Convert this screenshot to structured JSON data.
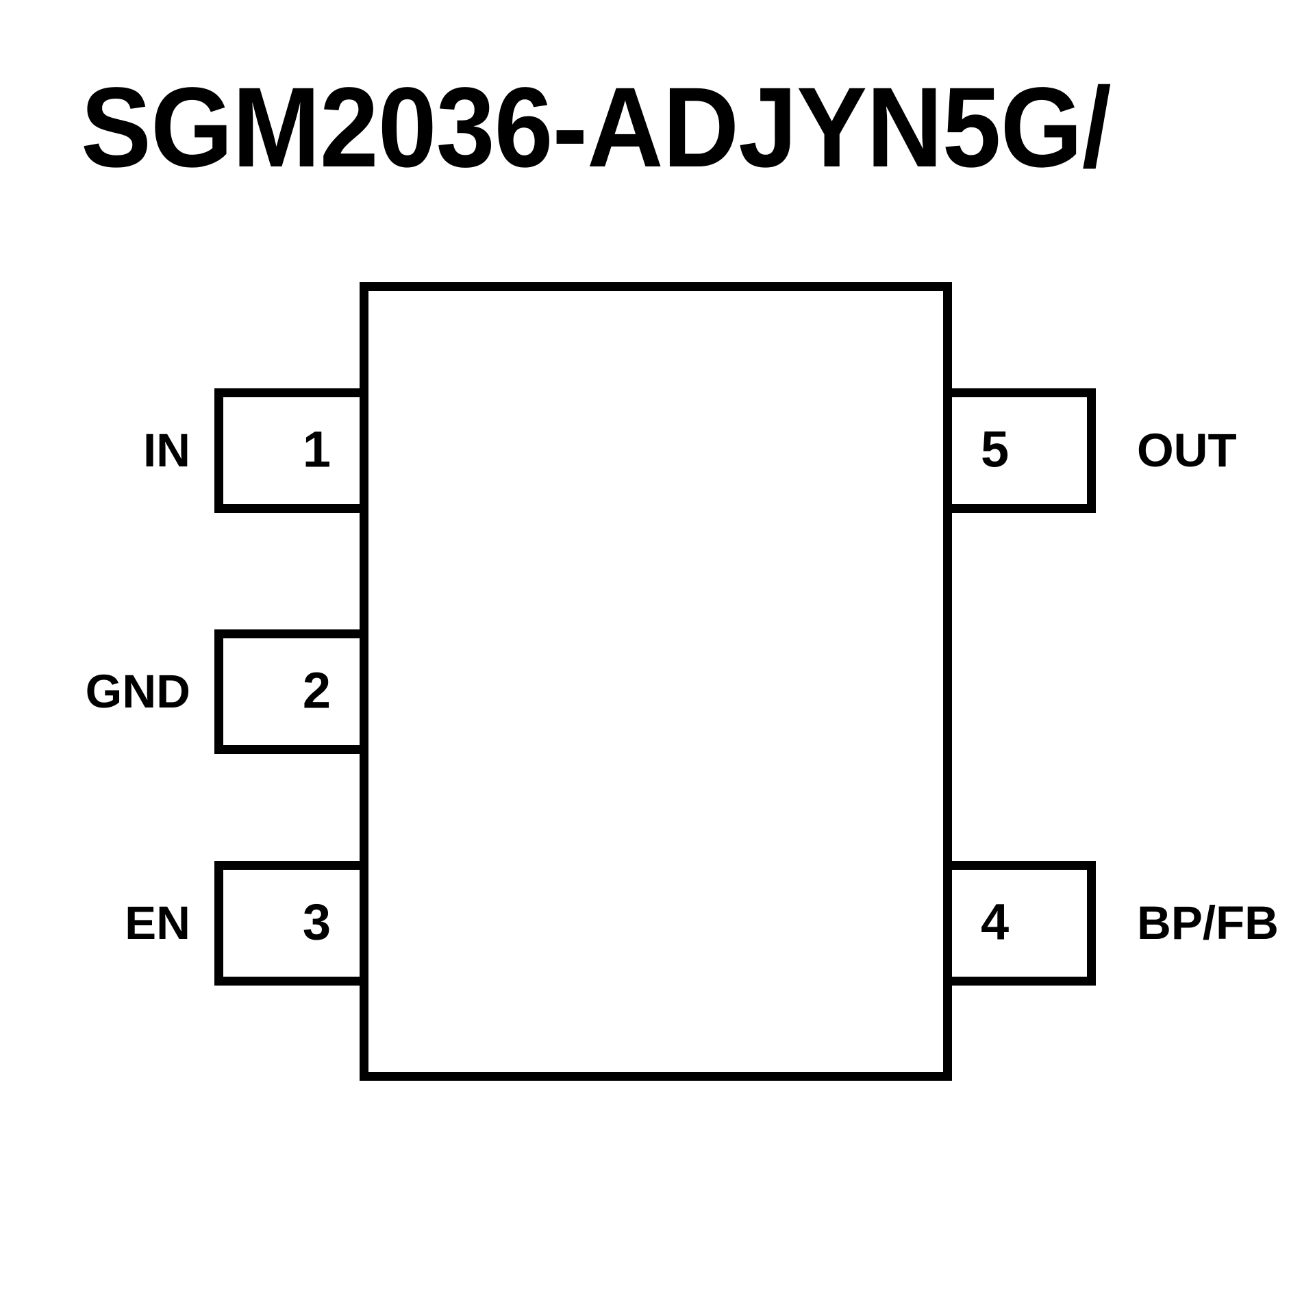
{
  "title": "SGM2036-ADJYN5G/",
  "colors": {
    "line": "#000000",
    "background": "#ffffff",
    "text": "#000000"
  },
  "package": {
    "body_label": "package-body",
    "pin_count": 5
  },
  "pins": {
    "left": [
      {
        "number": "1",
        "name": "IN"
      },
      {
        "number": "2",
        "name": "GND"
      },
      {
        "number": "3",
        "name": "EN"
      }
    ],
    "right": [
      {
        "number": "5",
        "name": "OUT"
      },
      {
        "number": "4",
        "name": "BP/FB"
      }
    ]
  }
}
